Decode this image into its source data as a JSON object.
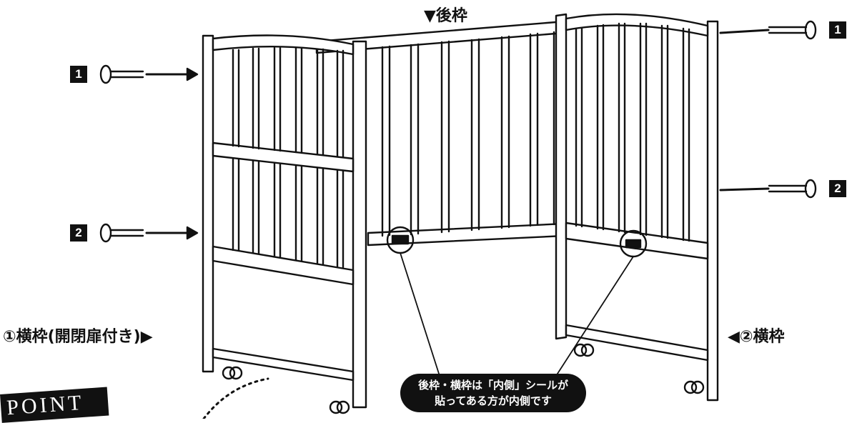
{
  "labels": {
    "back_frame": "▼後枠",
    "side_frame_1": "①横枠(開閉扉付き)▶",
    "side_frame_2": "◀②横枠",
    "callout_line1": "後枠・横枠は「内側」シールが",
    "callout_line2": "貼ってある方が内側です",
    "point": "POINT"
  },
  "badges": {
    "left_top": "1",
    "left_bottom": "2",
    "right_top": "1",
    "right_bottom": "2"
  },
  "colors": {
    "ink": "#111111",
    "background": "#ffffff"
  }
}
